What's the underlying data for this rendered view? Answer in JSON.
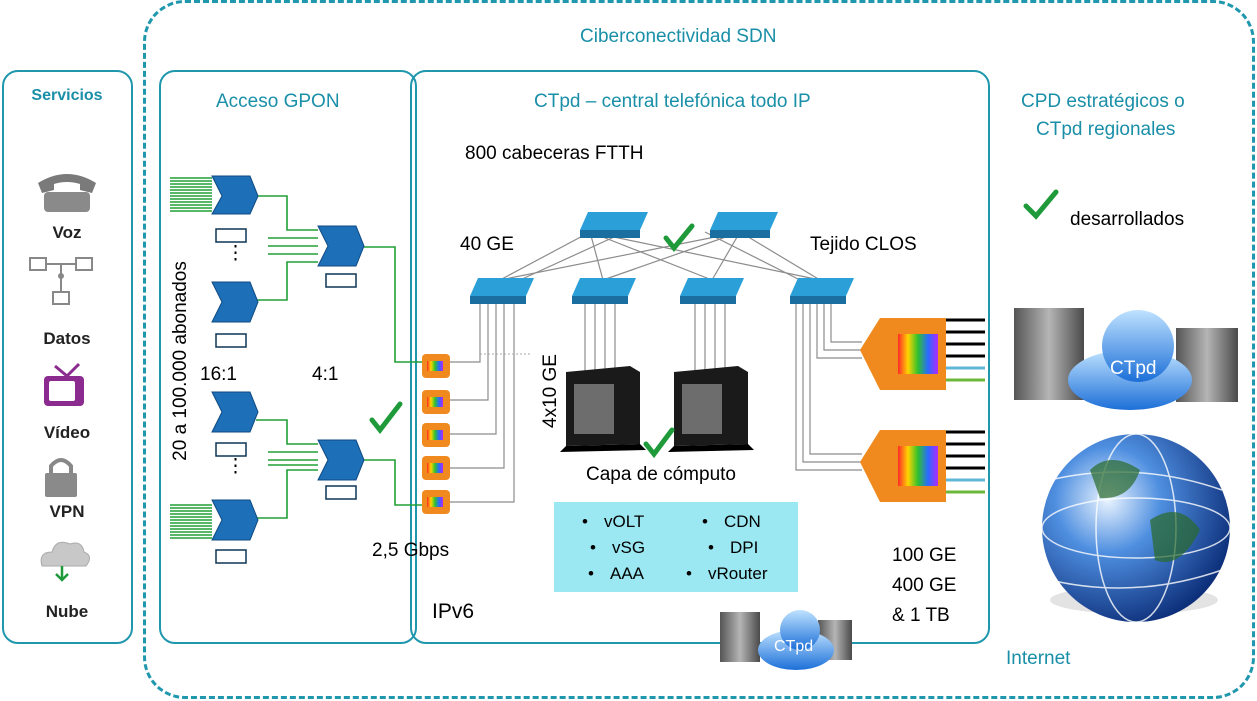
{
  "outer_title": "Ciberconectividad SDN",
  "services": {
    "heading": "Servicios",
    "items": [
      "Voz",
      "Datos",
      "Vídeo",
      "VPN",
      "Nube"
    ]
  },
  "gpon": {
    "title": "Acceso GPON",
    "subscribers": "20 a 100.000 abonados",
    "ratio_a": "16:1",
    "ratio_b": "4:1",
    "dots": "⋮"
  },
  "ctpd": {
    "title": "CTpd – central telefónica todo IP",
    "headends": "800 cabeceras FTTH",
    "ge40": "40 GE",
    "clos": "Tejido CLOS",
    "ge4x10": "4x10 GE",
    "compute": "Capa de cómputo",
    "gbps": "2,5  Gbps",
    "ipv6": "IPv6",
    "speed1": "100 GE",
    "speed2": "400 GE",
    "speed3": "& 1 TB",
    "functions_left": [
      "vOLT",
      "vSG",
      "AAA"
    ],
    "functions_right": [
      "CDN",
      "DPI",
      "vRouter"
    ],
    "bullet": "•",
    "cloud_label": "CTpd"
  },
  "right": {
    "title_line1": "CPD estratégicos o",
    "title_line2": "CTpd regionales",
    "legend": "desarrollados",
    "cloud_label": "CTpd",
    "internet": "Internet"
  },
  "colors": {
    "teal_border": "#1f97ad",
    "teal_text": "#1a8fa8",
    "check": "#1e9a3a",
    "fiber": "#22a035",
    "switch": "#2a9fd8",
    "functions_bg": "#9be8f2",
    "olt_orange": "#f08a1e",
    "tv_purple": "#8b2a8f"
  },
  "icons": [
    "phone-icon",
    "network-icon",
    "tv-icon",
    "lock-icon",
    "cloud-download-icon",
    "check-icon",
    "switch-icon",
    "server-rack-icon",
    "splitter-icon",
    "olt-icon",
    "globe-icon",
    "cloud-icon"
  ]
}
